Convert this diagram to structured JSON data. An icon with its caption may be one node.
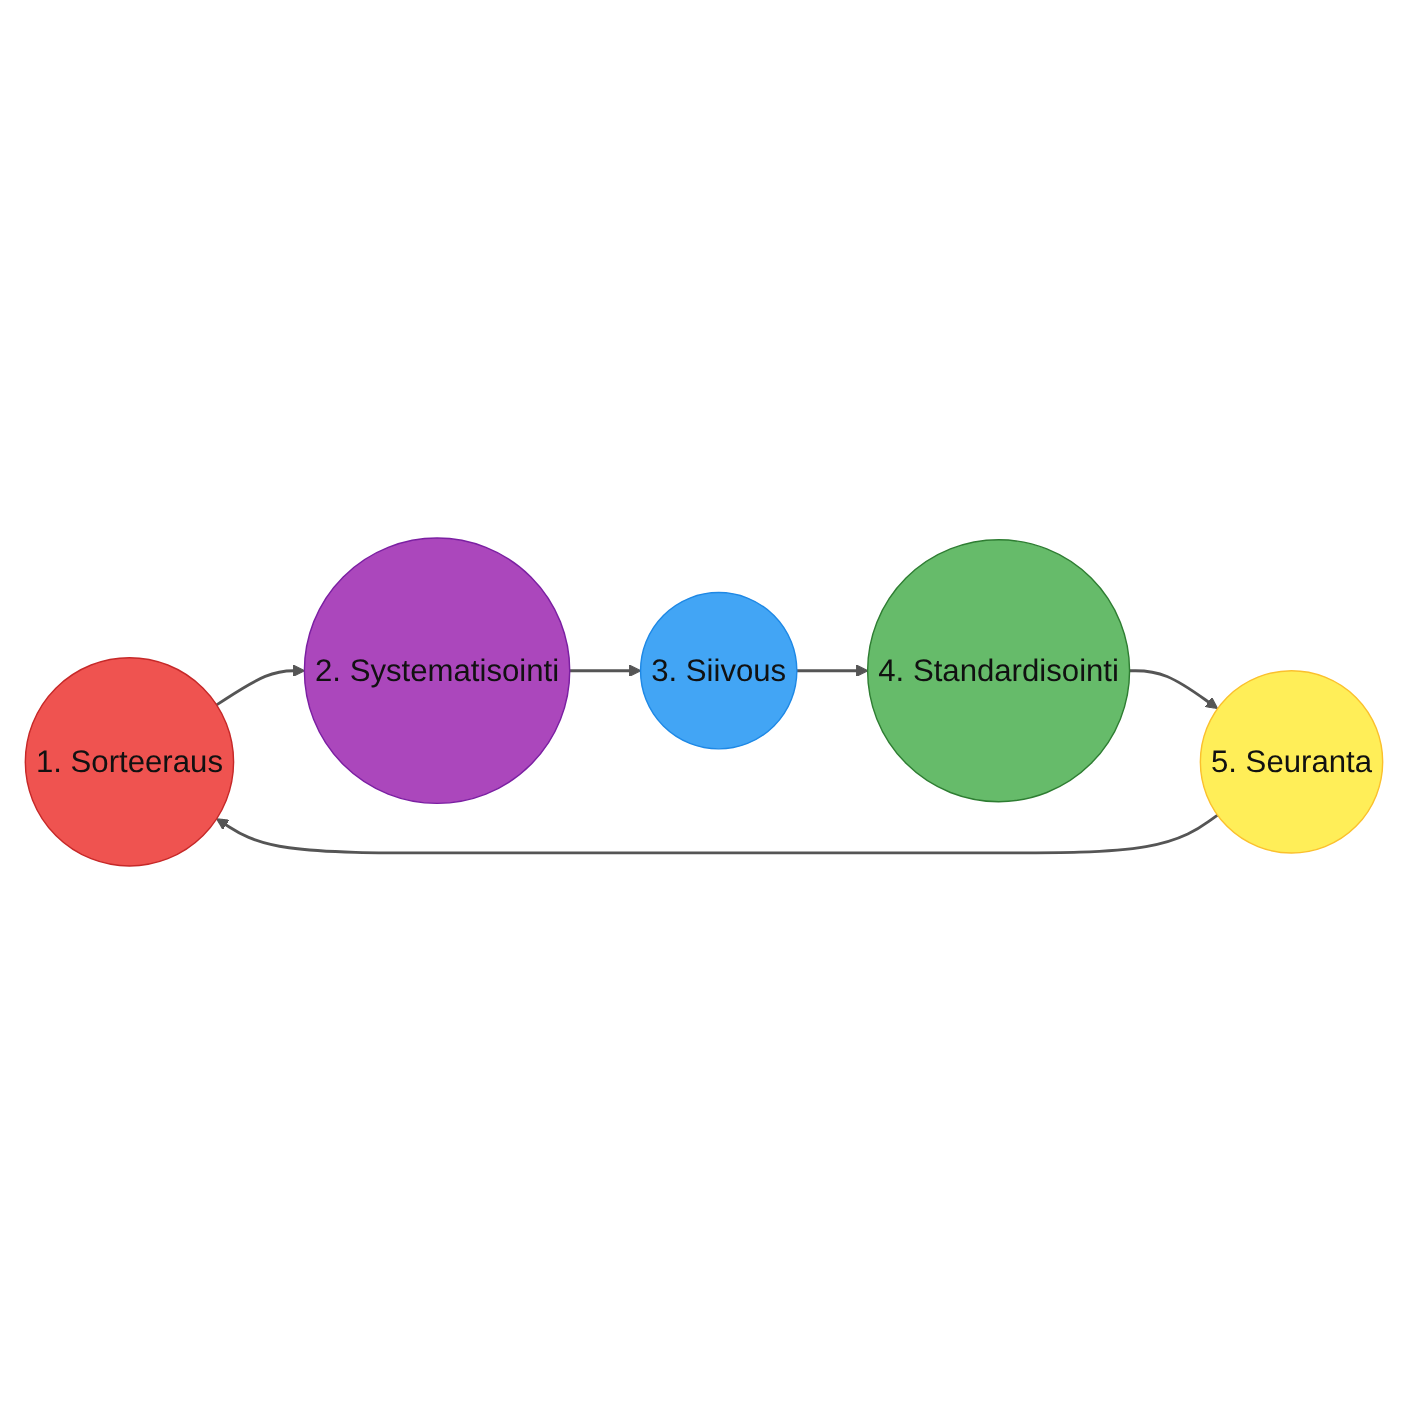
{
  "diagram": {
    "nodes": [
      {
        "text": [
          "1. Sorteeraus"
        ]
      },
      {
        "text": [
          "2. Systematisointi"
        ]
      },
      {
        "text": [
          "3. Siivous"
        ]
      },
      {
        "text": [
          "4. Standardisointi"
        ]
      },
      {
        "text": [
          "5. Seuranta"
        ]
      }
    ],
    "edges": [
      {
        "from": 0,
        "to": 1,
        "arrow": "to"
      },
      {
        "from": 1,
        "to": 2,
        "arrow": "to"
      },
      {
        "from": 2,
        "to": 3,
        "arrow": "to"
      },
      {
        "from": 3,
        "to": 4,
        "arrow": "to"
      },
      {
        "from": 4,
        "to": 0,
        "arrow": "to"
      }
    ]
  }
}
